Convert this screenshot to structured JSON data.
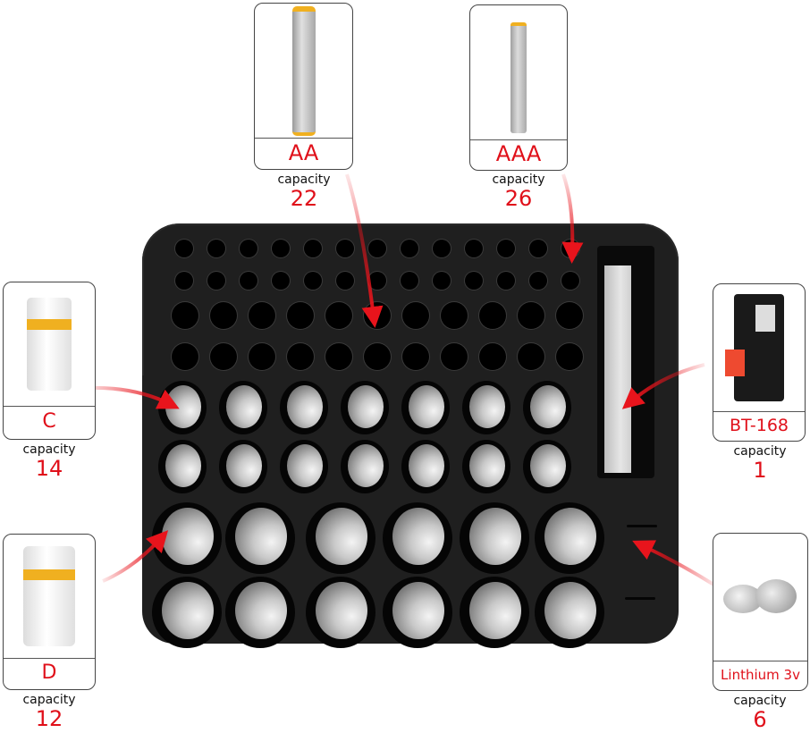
{
  "product": {
    "type": "battery organizer foam tray",
    "tester_slot_label": "BT-168"
  },
  "battery_types": [
    {
      "id": "aa",
      "label": "AA",
      "caption": "capacity",
      "capacity": "22",
      "image": "aa-battery"
    },
    {
      "id": "aaa",
      "label": "AAA",
      "caption": "capacity",
      "capacity": "26",
      "image": "aaa-battery"
    },
    {
      "id": "c",
      "label": "C",
      "caption": "capacity",
      "capacity": "14",
      "image": "c-battery"
    },
    {
      "id": "d",
      "label": "D",
      "caption": "capacity",
      "capacity": "12",
      "image": "d-battery"
    },
    {
      "id": "bt168",
      "label": "BT-168",
      "caption": "capacity",
      "capacity": "1",
      "image": "battery-tester"
    },
    {
      "id": "coin",
      "label": "Linthium 3v",
      "caption": "capacity",
      "capacity": "6",
      "image": "coin-cell-battery"
    }
  ],
  "colors": {
    "label_red": "#e0101a",
    "arrow_red": "#e8141c",
    "foam": "#1f1f1f",
    "card_border": "#444444"
  }
}
